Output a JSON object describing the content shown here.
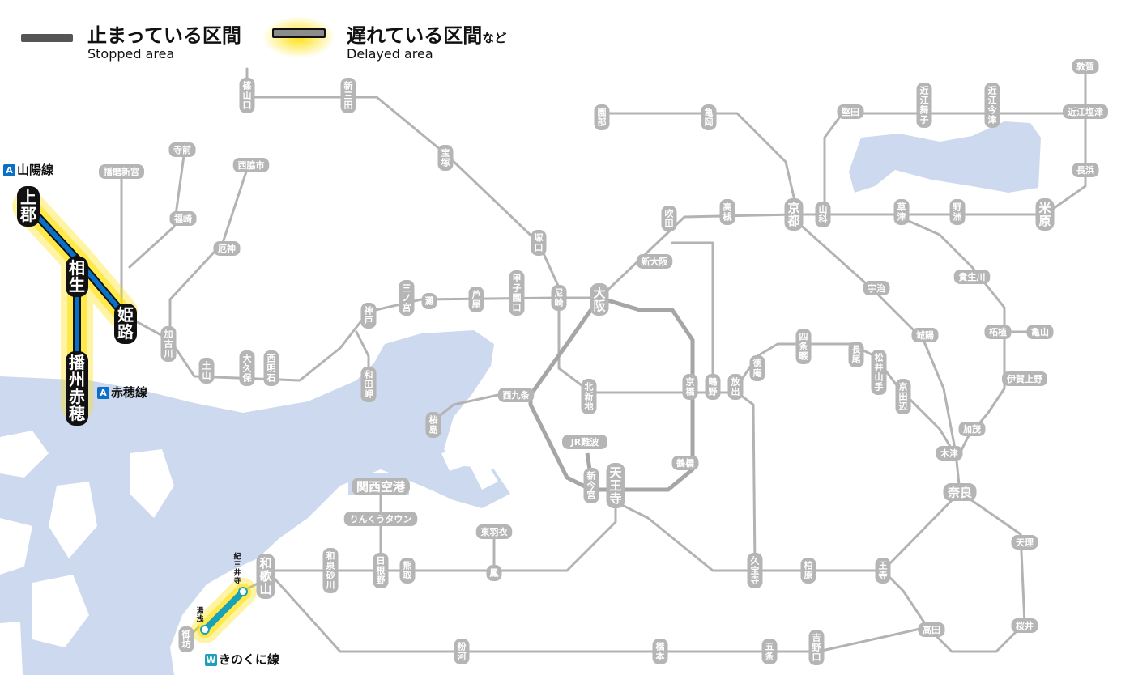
{
  "legend": {
    "stopped_label": "止まっている区間",
    "stopped_sub": "Stopped area",
    "delayed_label": "遅れている区間",
    "delayed_suffix": "など",
    "delayed_sub": "Delayed area",
    "stopped_color": "#555555",
    "delayed_color": "#8c8c8c",
    "delayed_glow": "#ffe000"
  },
  "lines": {
    "sanyo": {
      "badge": "A",
      "name": "山陽線",
      "color": "#0a6fc7"
    },
    "ako": {
      "badge": "A",
      "name": "赤穂線",
      "color": "#0a6fc7"
    },
    "kinokuni": {
      "badge": "W",
      "name": "きのくに線",
      "color": "#1aa0b8"
    }
  },
  "colors": {
    "track": "#b3b3b3",
    "loop": "#a6a6a6",
    "water": "#cdd9ee",
    "station_fill": "#b5b5b5",
    "station_text": "#ffffff",
    "highlight_fill": "#111111"
  },
  "stations": {
    "kamigori": "上郡",
    "aioi": "相生",
    "himeji": "姫路",
    "harima_ako": "播州赤穂",
    "terasaki": "寺前",
    "harima_shingu": "播磨新宮",
    "fukusaki": "福崎",
    "nishiwaki": "西脇市",
    "yakujin": "厄神",
    "kakogawa": "加古川",
    "dobashi": "土山",
    "okubo": "大久保",
    "nishi_akashi": "西明石",
    "sasayamaguchi": "篠山口",
    "shin_sanda": "新三田",
    "takarazuka": "宝塚",
    "tsukaguchi": "塚口",
    "sannomiya": "三ノ宮",
    "nada": "灘",
    "kobe": "神戸",
    "ashiya": "芦屋",
    "koshienguchi": "甲子園口",
    "amagasaki": "尼崎",
    "osaka": "大阪",
    "wadamisaki": "和田岬",
    "sakurajima": "桜島",
    "nishikujo": "西九条",
    "kitashinchi": "北新地",
    "kyobashi": "京橋",
    "tsurumi": "鴫野",
    "hanaten": "放出",
    "tsuruhashi": "鶴橋",
    "tennoji": "天王寺",
    "shin_imamiya": "新今宮",
    "jr_namba": "JR難波",
    "shin_osaka": "新大阪",
    "suita": "吹田",
    "takatsuki": "高槻",
    "kyoto": "京都",
    "sonobe": "園部",
    "kameoka": "亀岡",
    "yamashina": "山科",
    "katata": "堅田",
    "omimaiko": "近江舞子",
    "omiimazu": "近江今津",
    "tsuruga": "敦賀",
    "omishiotsu": "近江塩津",
    "nagahama": "長浜",
    "kusatsu": "草津",
    "yasu": "野洲",
    "maibara": "米原",
    "uji": "宇治",
    "joyo": "城陽",
    "kibugawa": "貴生川",
    "tsuge": "柘植",
    "kameyama": "亀山",
    "iga_ueno": "伊賀上野",
    "kamo": "加茂",
    "kizu": "木津",
    "nara": "奈良",
    "tenri": "天理",
    "sakurai": "桜井",
    "takada": "高田",
    "oji": "王寺",
    "kashiwara": "柏原",
    "kyuhoji": "久宝寺",
    "tokuan": "徳庵",
    "shijonawate": "四条畷",
    "nagao": "長尾",
    "matsuiyamate": "松井山手",
    "kyotanabe": "京田辺",
    "kansai_airport": "関西空港",
    "rinku": "りんくうタウン",
    "higashi_hagoromo": "東羽衣",
    "otori": "鳳",
    "kumatori": "熊取",
    "hineno": "日根野",
    "izumi_sunagawa": "和泉砂川",
    "wakayama": "和歌山",
    "kimiidera": "紀三井寺",
    "yuasa": "湯浅",
    "gobo": "御坊",
    "kokawa": "粉河",
    "hashimoto": "橋本",
    "gojo": "五条",
    "yoshinoguchi": "吉野口"
  }
}
